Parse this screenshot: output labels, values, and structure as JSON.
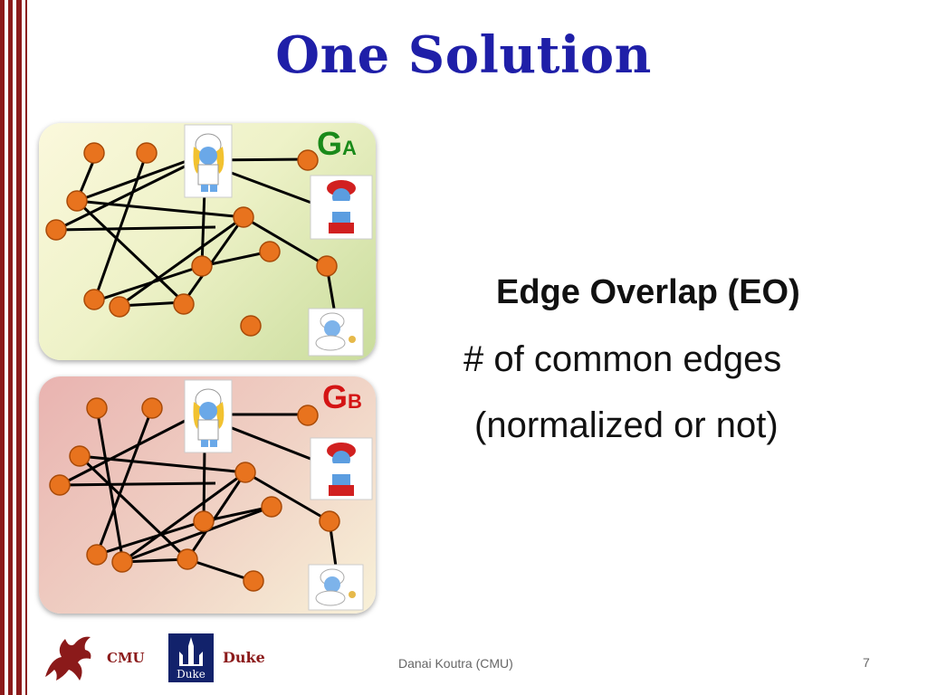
{
  "slide": {
    "title": "One Solution",
    "graph_a": {
      "letter": "G",
      "subscript": "A",
      "color": "#1a8a1a"
    },
    "graph_b": {
      "letter": "G",
      "subscript": "B",
      "color": "#d41414"
    },
    "content": {
      "heading": "Edge Overlap (EO)",
      "line1": "# of common edges",
      "line2": "(normalized or not)"
    },
    "footer": {
      "left_logo_text": "CMU",
      "duke_logo_mark": "Duke",
      "duke_label": "Duke",
      "author": "Danai Koutra (CMU)",
      "page_number": "7"
    },
    "colors": {
      "accent_title": "#1f1fa8",
      "node_fill": "#e8731e",
      "bar": "#8b1a1a"
    },
    "icons": [
      "smurfette-icon",
      "papa-smurf-icon",
      "baby-smurf-icon",
      "griffin-logo-icon",
      "duke-chapel-logo-icon"
    ]
  }
}
